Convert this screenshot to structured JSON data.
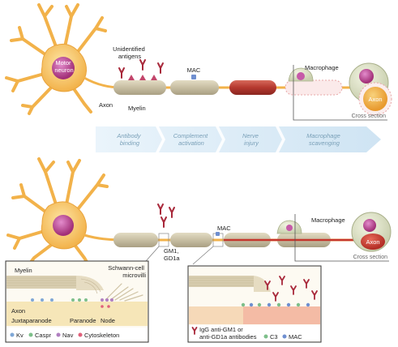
{
  "top_panel": {
    "motor_neuron_label": [
      "Motor",
      "neuron"
    ],
    "unidentified_antigens_label": [
      "Unidentified",
      "antigens"
    ],
    "mac_label": "MAC",
    "axon_label": "Axon",
    "myelin_label": "Myelin",
    "macrophage_label": "Macrophage",
    "axon_cross_label": "Axon",
    "cross_section_label": "Cross section"
  },
  "steps": [
    {
      "line1": "Antibody",
      "line2": "binding"
    },
    {
      "line1": "Complement",
      "line2": "activation"
    },
    {
      "line1": "Nerve",
      "line2": "injury"
    },
    {
      "line1": "Macrophage",
      "line2": "scavenging"
    }
  ],
  "bottom_panel": {
    "gm1_label": [
      "GM1,",
      "GD1a"
    ],
    "mac_label": "MAC",
    "macrophage_label": "Macrophage",
    "axon_cross_label": "Axon",
    "cross_section_label": "Cross section"
  },
  "inset_left": {
    "myelin_label": "Myelin",
    "schwann_label": [
      "Schwann-cell",
      "microvilli"
    ],
    "axon_label": "Axon",
    "juxtaparanode_label": "Juxtaparanode",
    "paranode_label": "Paranode",
    "node_label": "Node",
    "legend": [
      {
        "label": "Kv",
        "color": "#7fa7d6"
      },
      {
        "label": "Caspr",
        "color": "#7dbf8a"
      },
      {
        "label": "Nav",
        "color": "#b07fc0"
      },
      {
        "label": "Cytoskeleton",
        "color": "#e0607a"
      }
    ]
  },
  "inset_right": {
    "antibody_label": [
      "IgG anti-GM1 or",
      "anti-GD1a antibodies"
    ],
    "legend": [
      {
        "label": "C3",
        "color": "#7dbf8a"
      },
      {
        "label": "MAC",
        "color": "#6f8fd0"
      }
    ]
  },
  "colors": {
    "neuron": "#f6c56b",
    "nucleus": "#b83e8c",
    "myelin": "#c9c2a8",
    "injury": "#b5382f",
    "macrophage": "#dfe3c9",
    "antibody": "#a8283a"
  }
}
